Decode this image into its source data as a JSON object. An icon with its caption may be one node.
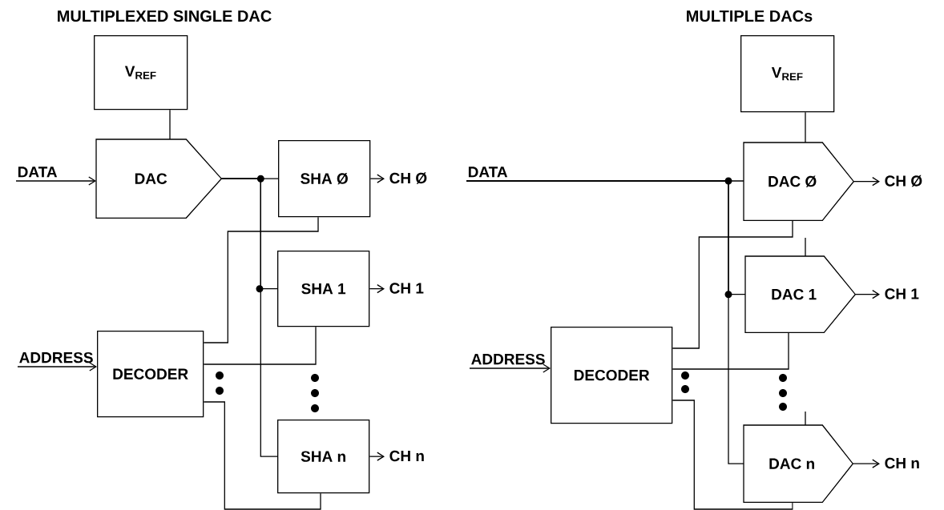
{
  "diagram": {
    "nodes": [
      {
        "text": [
          "V$_{REF}$"
        ]
      },
      {
        "text": [
          "DAC"
        ]
      },
      {
        "text": [
          "DATA"
        ]
      },
      {
        "text": [
          "ADDRESS"
        ]
      },
      {
        "text": [
          "DECODER"
        ]
      },
      {
        "text": [
          "SHA Ø"
        ]
      },
      {
        "text": [
          "SHA 1"
        ]
      },
      {
        "text": [
          "SHA n"
        ]
      },
      {
        "text": [
          "CH Ø"
        ]
      },
      {
        "text": [
          "CH 1"
        ]
      },
      {
        "text": [
          "CH n"
        ]
      },
      {
        "text": [
          "V$_{REF}$"
        ]
      },
      {
        "text": [
          "DATA"
        ]
      },
      {
        "text": [
          "ADDRESS"
        ]
      },
      {
        "text": [
          "DECODER"
        ]
      },
      {
        "text": [
          "DAC Ø"
        ]
      },
      {
        "text": [
          "DAC 1"
        ]
      },
      {
        "text": [
          "DAC n"
        ]
      },
      {
        "text": [
          "CH Ø"
        ]
      },
      {
        "text": [
          "CH 1"
        ]
      },
      {
        "text": [
          "CH n"
        ]
      }
    ],
    "edges": [
      {
        "from": 0,
        "to": 1,
        "arrow": "none"
      },
      {
        "from": 2,
        "to": 1,
        "arrow": "to"
      },
      {
        "from": 3,
        "to": 4,
        "arrow": "to"
      },
      {
        "from": 1,
        "to": 5,
        "arrow": "none"
      },
      {
        "from": 1,
        "to": 6,
        "arrow": "none"
      },
      {
        "from": 1,
        "to": 7,
        "arrow": "none"
      },
      {
        "from": 4,
        "to": 5,
        "arrow": "none"
      },
      {
        "from": 4,
        "to": 6,
        "arrow": "none"
      },
      {
        "from": 4,
        "to": 7,
        "arrow": "none"
      },
      {
        "from": 5,
        "to": 8,
        "arrow": "to"
      },
      {
        "from": 6,
        "to": 9,
        "arrow": "to"
      },
      {
        "from": 7,
        "to": 10,
        "arrow": "to"
      },
      {
        "from": 11,
        "to": 15,
        "arrow": "none"
      },
      {
        "from": 12,
        "to": 15,
        "arrow": "none"
      },
      {
        "from": 12,
        "to": 16,
        "arrow": "none"
      },
      {
        "from": 12,
        "to": 17,
        "arrow": "none"
      },
      {
        "from": 13,
        "to": 14,
        "arrow": "to"
      },
      {
        "from": 14,
        "to": 15,
        "arrow": "none"
      },
      {
        "from": 14,
        "to": 16,
        "arrow": "none"
      },
      {
        "from": 14,
        "to": 17,
        "arrow": "none"
      },
      {
        "from": 15,
        "to": 18,
        "arrow": "to"
      },
      {
        "from": 16,
        "to": 19,
        "arrow": "to"
      },
      {
        "from": 17,
        "to": 20,
        "arrow": "to"
      }
    ],
    "labels": [
      "MULTIPLEXED SINGLE DAC",
      "MULTIPLE DACs"
    ]
  }
}
